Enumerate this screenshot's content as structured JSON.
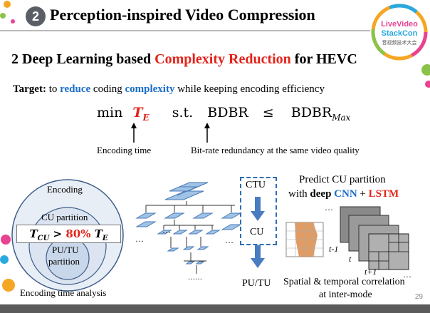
{
  "header": {
    "number": "2",
    "title": "Perception-inspired Video Compression"
  },
  "logo": {
    "line1": "LiveVideo",
    "line2": "StackCon",
    "line3": "音视频技术大会"
  },
  "section": {
    "prefix": "2  Deep Learning based ",
    "highlight": "Complexity Reduction",
    "suffix": " for HEVC"
  },
  "target": {
    "label": "Target:",
    "t1": " to ",
    "w1": "reduce",
    "t2": " coding ",
    "w2": "complexity",
    "t3": " while keeping encoding efficiency"
  },
  "formula": {
    "min": "min",
    "T": "T",
    "T_sub": "E",
    "st": "s.t.",
    "bdbr": "BDBR",
    "leq": "≤",
    "bdbr2": "BDBR",
    "max_sub": "Max"
  },
  "annotations": {
    "encoding_time": "Encoding time",
    "bitrate": "Bit-rate redundancy at the same video quality"
  },
  "venn": {
    "outer": "Encoding",
    "middle": "CU partition",
    "inner_line1": "PU/TU",
    "inner_line2": "partition",
    "caption": "Encoding time analysis",
    "ineq_T": "T",
    "ineq_sub": "CU",
    "ineq_gt": " > ",
    "ineq_pct": "80%",
    "ineq_T2": "T",
    "ineq_sub2": "E"
  },
  "tree": {
    "dots": "…",
    "dots2": "……"
  },
  "flow": {
    "ctu": "CTU",
    "cu": "CU",
    "putu": "PU/TU"
  },
  "predict": {
    "line1": "Predict CU partition",
    "line2a": "with ",
    "line2b": "deep",
    "line2c": " ",
    "line2d": "CNN",
    "line2e": " + ",
    "line2f": "LSTM",
    "frame_tm1": "t-1",
    "frame_t": "t",
    "frame_tp1": "t+1",
    "caption1": "Spatial & temporal correlation",
    "caption2": "at inter-mode"
  },
  "page": "29",
  "colors": {
    "red": "#e2231a",
    "blue": "#1a6dc9",
    "dashed_box": "#2f6db5",
    "arrow": "#4a7cc0",
    "orange": "#d98b4a"
  }
}
